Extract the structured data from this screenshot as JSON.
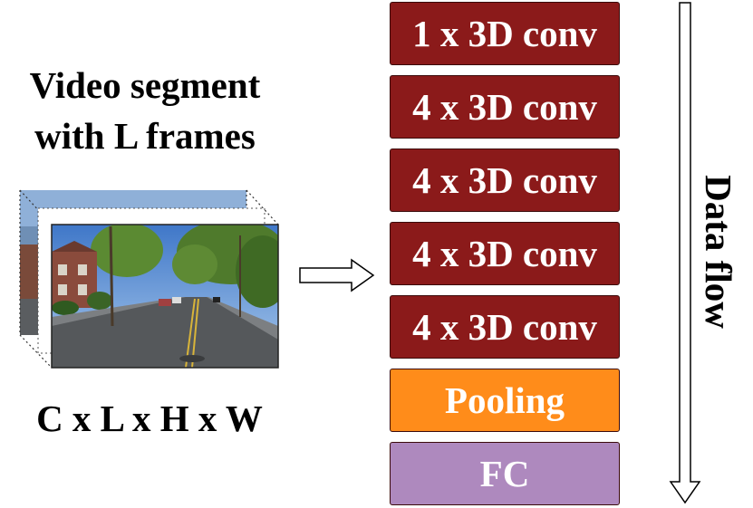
{
  "title": {
    "line1": "Video segment",
    "line2": "with L frames"
  },
  "dimensions_label": "C x L x H x W",
  "layers": [
    {
      "label": "1 x 3D conv",
      "color": "#8b1a1a"
    },
    {
      "label": "4 x 3D conv",
      "color": "#8b1a1a"
    },
    {
      "label": "4 x 3D conv",
      "color": "#8b1a1a"
    },
    {
      "label": "4 x 3D conv",
      "color": "#8b1a1a"
    },
    {
      "label": "4 x 3D conv",
      "color": "#8b1a1a"
    },
    {
      "label": "Pooling",
      "color": "#ff8c1a"
    },
    {
      "label": "FC",
      "color": "#ae89be"
    }
  ],
  "data_flow_label": "Data flow"
}
